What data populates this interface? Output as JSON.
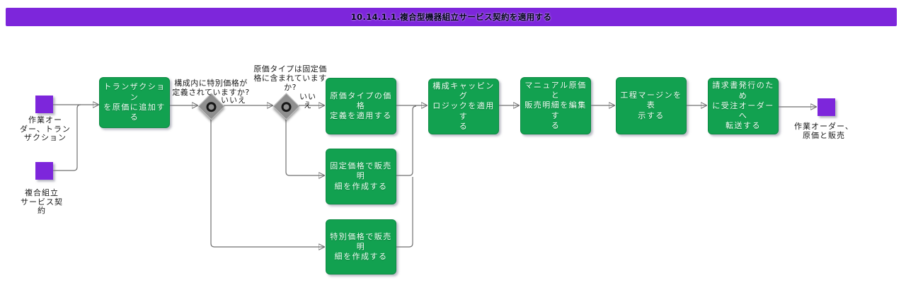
{
  "title": "10.14.1.1.複合型機器組立サービス契約を適用する",
  "colors": {
    "purple": "#7D26DB",
    "green": "#12A150",
    "line": "#707070",
    "diamond": "#8F8F8F"
  },
  "nodes": {
    "start1": {
      "label": "作業オー\nダー、トラン\nザクション"
    },
    "start2": {
      "label": "複合組立\nサービス契\n約"
    },
    "end1": {
      "label": "作業オーダー、\n原価と販売"
    },
    "p1": {
      "label": "トランザクション\nを原価に追加する"
    },
    "p2": {
      "label": "原価タイプの価格\n定義を適用する"
    },
    "p3": {
      "label": "構成キャッピング\nロジックを適用す\nる"
    },
    "p4": {
      "label": "マニュアル原価と\n販売明細を編集す\nる"
    },
    "p5": {
      "label": "工程マージンを表\n示する"
    },
    "p6": {
      "label": "請求書発行のため\nに受注オーダーへ\n転送する"
    },
    "fixed": {
      "label": "固定価格で販売明\n細を作成する"
    },
    "special": {
      "label": "特別価格で販売明\n細を作成する"
    }
  },
  "decisions": {
    "d1": {
      "question": "構成内に特別価格が\n定義されていますか?",
      "branch_label": "いいえ"
    },
    "d2": {
      "question": "原価タイプは固定価\n格に含まれています\nか?",
      "branch_label": "いい\nえ"
    }
  }
}
